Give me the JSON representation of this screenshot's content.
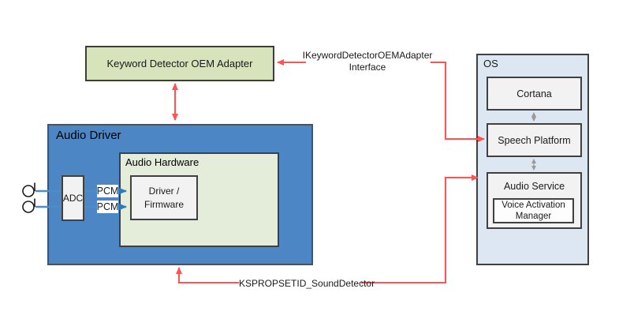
{
  "diagram": {
    "keyword_adapter": {
      "label": "Keyword Detector OEM Adapter"
    },
    "audio_driver": {
      "label": "Audio Driver",
      "audio_hardware": {
        "label": "Audio Hardware",
        "driver_firmware": {
          "label": "Driver / Firmware"
        }
      },
      "adc": {
        "label": "ADC"
      },
      "pcm_top": "PCM",
      "pcm_bottom": "PCM"
    },
    "os": {
      "label": "OS",
      "cortana": "Cortana",
      "speech_platform": "Speech Platform",
      "audio_service": "Audio Service",
      "voice_activation_manager": "Voice Activation Manager"
    },
    "connectors": {
      "iface_line1": "IKeywordDetectorOEMAdapter",
      "iface_line2": "Interface",
      "ksprop": "KSPROPSETID_SoundDetector"
    },
    "colors": {
      "audio_driver_fill": "#4d86c4",
      "audio_hardware_fill": "#e3edd9",
      "keyword_adapter_fill": "#d7e3ba",
      "os_fill": "#dce7f2",
      "inner_box_fill": "#f2f2f2",
      "red_connector": "#ff5252",
      "blue_connector": "#2e78bd",
      "gray_connector": "#9a9a9a"
    }
  }
}
